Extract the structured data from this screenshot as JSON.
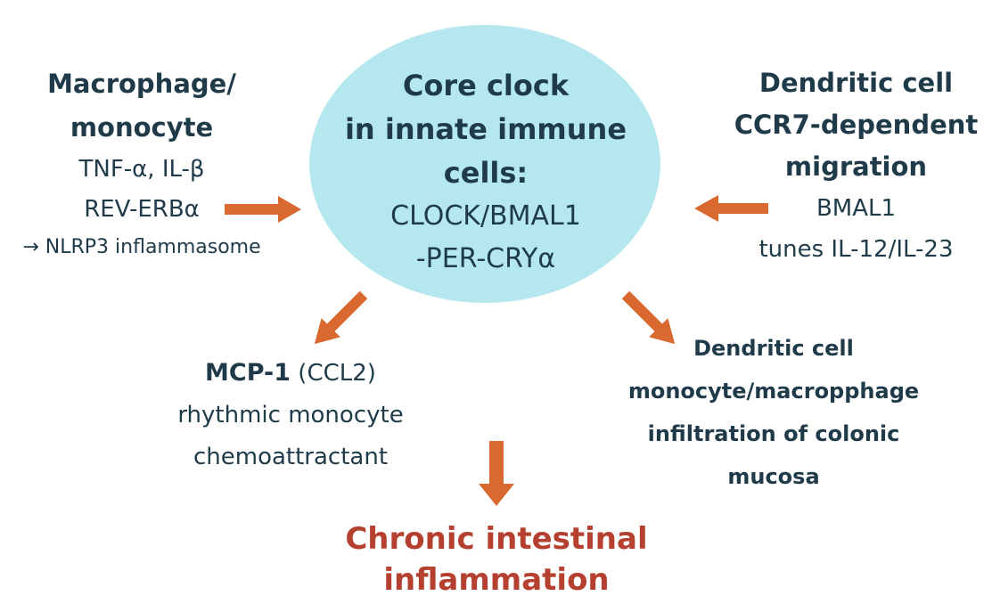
{
  "core": {
    "title_line1": "Core clock",
    "title_line2": "in innate immune",
    "title_line3": "cells:",
    "genes_line1": "CLOCK/BMAL1",
    "genes_line2": "-PER-CRYα"
  },
  "macrophage": {
    "title_line1": "Macrophage/",
    "title_line2": "monocyte",
    "line1": "TNF-α, IL-β",
    "line2": "REV-ERBα",
    "line3": "→ NLRP3 inflammasome"
  },
  "dendritic": {
    "title_line1": "Dendritic cell",
    "title_line2": "CCR7-dependent",
    "title_line3": "migration",
    "line1": "BMAL1",
    "line2": "tunes IL-12/IL-23"
  },
  "mcp1": {
    "name": "MCP-1",
    "alias": " (CCL2)",
    "line1": "rhythmic monocyte",
    "line2": "chemoattractant"
  },
  "infiltration": {
    "line1": "Dendritic cell",
    "line2": "monocyte/macropphage",
    "line3": "infiltration of colonic",
    "line4": "mucosa"
  },
  "outcome": {
    "line1": "Chronic intestinal",
    "line2": "inflammation"
  },
  "colors": {
    "ellipse": "#b4e8ee",
    "arrow": "#d9692f",
    "text": "#1f3b4a",
    "outcome": "#b5402f"
  }
}
